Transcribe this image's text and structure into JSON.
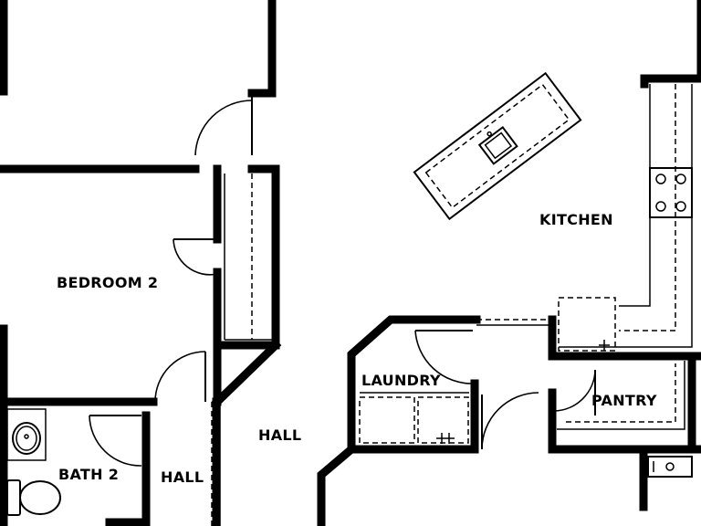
{
  "rooms": {
    "bedroom2": "BEDROOM 2",
    "kitchen": "KITCHEN",
    "laundry": "LAUNDRY",
    "pantry": "PANTRY",
    "hall_main": "HALL",
    "hall_lower": "HALL",
    "bath2": "BATH 2"
  }
}
